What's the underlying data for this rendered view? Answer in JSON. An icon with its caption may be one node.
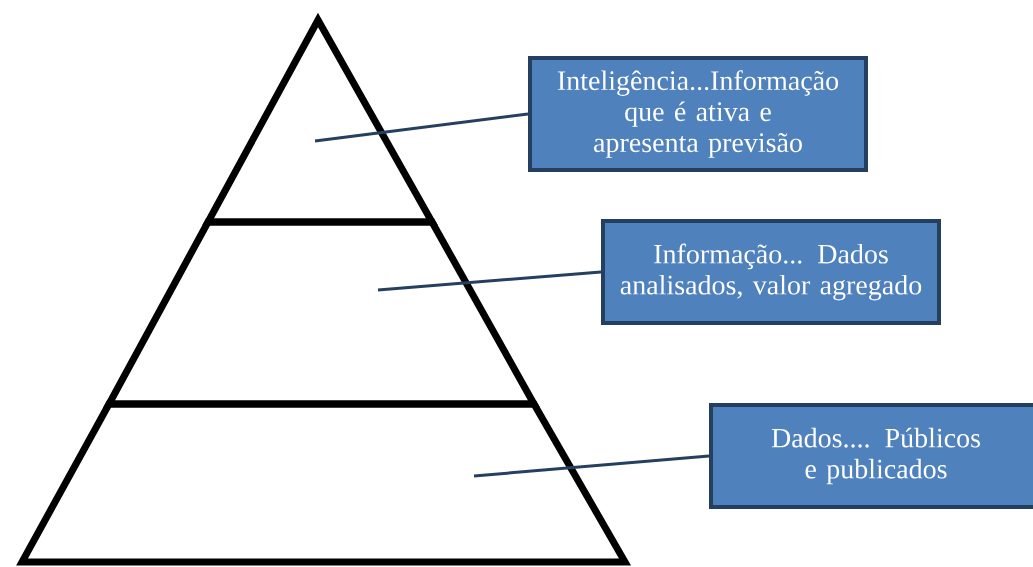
{
  "diagram": {
    "nodes": [
      {
        "text": [],
        "shape": "triangle"
      },
      {
        "text": [],
        "shape": "trapezoid"
      },
      {
        "text": [],
        "shape": "trapezoid"
      },
      {
        "text": [
          "Inteligência...Informação que é ativa e apresenta previsão"
        ]
      },
      {
        "text": [
          "Informação... Dados analisados, valor agregado"
        ]
      },
      {
        "text": [
          "Dados.... Públicos e publicados"
        ]
      }
    ],
    "edges": [
      {
        "from": 3,
        "to": 0,
        "arrow": "none"
      },
      {
        "from": 4,
        "to": 1,
        "arrow": "none"
      },
      {
        "from": 5,
        "to": 2,
        "arrow": "none"
      }
    ]
  }
}
